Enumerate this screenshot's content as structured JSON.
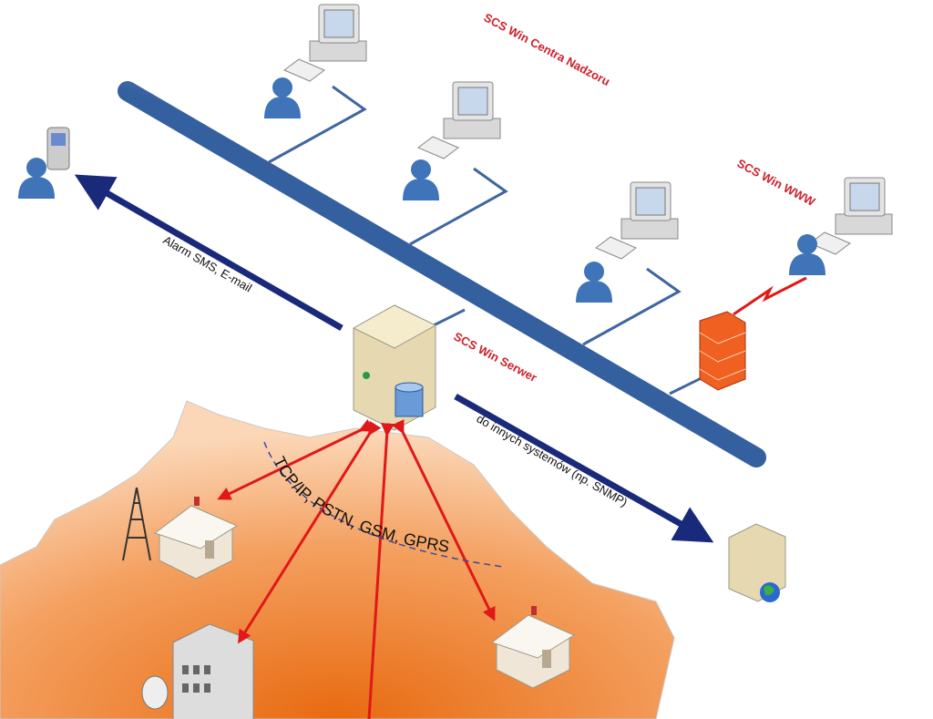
{
  "labels": {
    "central": "SCS Win Centra Nadzoru",
    "www": "SCS Win WWW",
    "server": "SCS Win Serwer",
    "alarm": "Alarm SMS, E-mail",
    "other_systems": "do innych systemów (np. SNMP)",
    "protocols": "TCP/IP, PSTN, GSM, GPRS"
  },
  "colors": {
    "pipe": "#4f7fbf",
    "arrow_blue": "#1a2a7a",
    "arrow_red": "#e01818",
    "label_red": "#d0202a",
    "map": "#f08a3a"
  }
}
